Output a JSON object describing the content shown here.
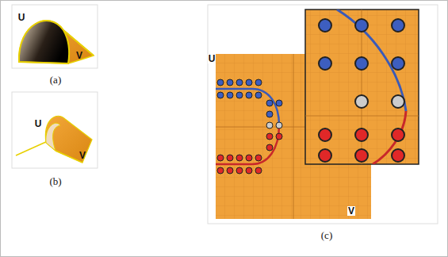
{
  "diagram": {
    "labels": [
      "U",
      "V",
      "(a)",
      "U",
      "V",
      "(b)",
      "U",
      "V",
      "(c)"
    ]
  }
}
